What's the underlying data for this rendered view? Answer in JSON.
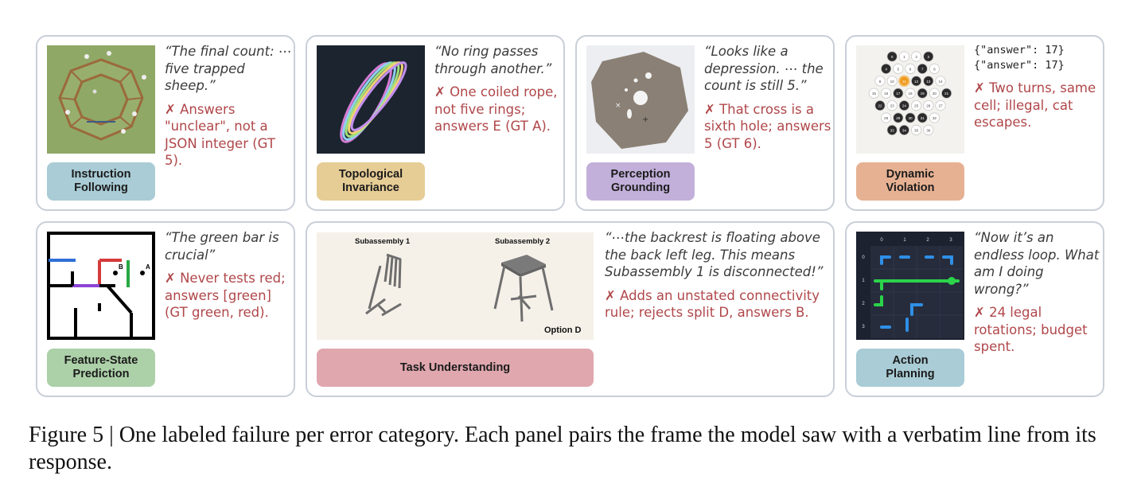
{
  "colors": {
    "instruction": "#a9ccd6",
    "topological": "#e6cc95",
    "perception": "#c2b0da",
    "dynamic": "#e6b193",
    "feature": "#acd0a8",
    "task": "#e0a7ae",
    "action": "#a9ccd6",
    "error_text": "#b0474a"
  },
  "panels": {
    "instruction": {
      "badge": "Instruction\nFollowing",
      "quote": "“The final count: ⋯ five trapped sheep.”",
      "error": "✗ Answers \"unclear\", not a JSON integer (GT 5)."
    },
    "topological": {
      "badge": "Topological\nInvariance",
      "quote": "“No ring passes through another.”",
      "error": "✗ One coiled rope, not five rings; answers E (GT A)."
    },
    "perception": {
      "badge": "Perception\nGrounding",
      "quote": "“Looks like a depression. ⋯ the count is still 5.”",
      "error": "✗ That cross is a sixth hole; answers 5 (GT 6)."
    },
    "dynamic": {
      "badge": "Dynamic\nViolation",
      "code1": "{\"answer\": 17}",
      "code2": "{\"answer\": 17}",
      "error": "✗ Two turns, same cell; illegal, cat escapes.",
      "grid_numbers": [
        "0",
        "1",
        "2",
        "3",
        "4",
        "5",
        "6",
        "7",
        "8",
        "9",
        "10",
        "11",
        "12",
        "13",
        "14",
        "15",
        "16",
        "17",
        "18",
        "19",
        "20",
        "21",
        "22",
        "23",
        "24",
        "25",
        "26",
        "27",
        "28",
        "29",
        "30",
        "31",
        "32",
        "33",
        "34",
        "35",
        "36"
      ]
    },
    "feature": {
      "badge": "Feature-State\nPrediction",
      "quote": "“The green bar is crucial”",
      "error": "✗ Never tests red; answers [green] (GT green, red).",
      "label_a": "A",
      "label_b": "B"
    },
    "task": {
      "badge": "Task Understanding",
      "quote": "“⋯the backrest is floating above the back left leg. This means Subassembly 1 is disconnected!”",
      "error": "✗ Adds an unstated connectivity rule; rejects split D, answers B.",
      "sub1": "Subassembly 1",
      "sub2": "Subassembly 2",
      "option": "Option D"
    },
    "action": {
      "badge": "Action\nPlanning",
      "quote": "“Now it’s an endless loop. What am I doing wrong?”",
      "error": "✗ 24 legal rotations; budget spent.",
      "cols": [
        "0",
        "1",
        "2",
        "3"
      ],
      "rows": [
        "0",
        "1",
        "2",
        "3"
      ]
    }
  },
  "caption": "Figure 5 | One labeled failure per error category.  Each panel pairs the frame the model saw with a verbatim line from its response."
}
